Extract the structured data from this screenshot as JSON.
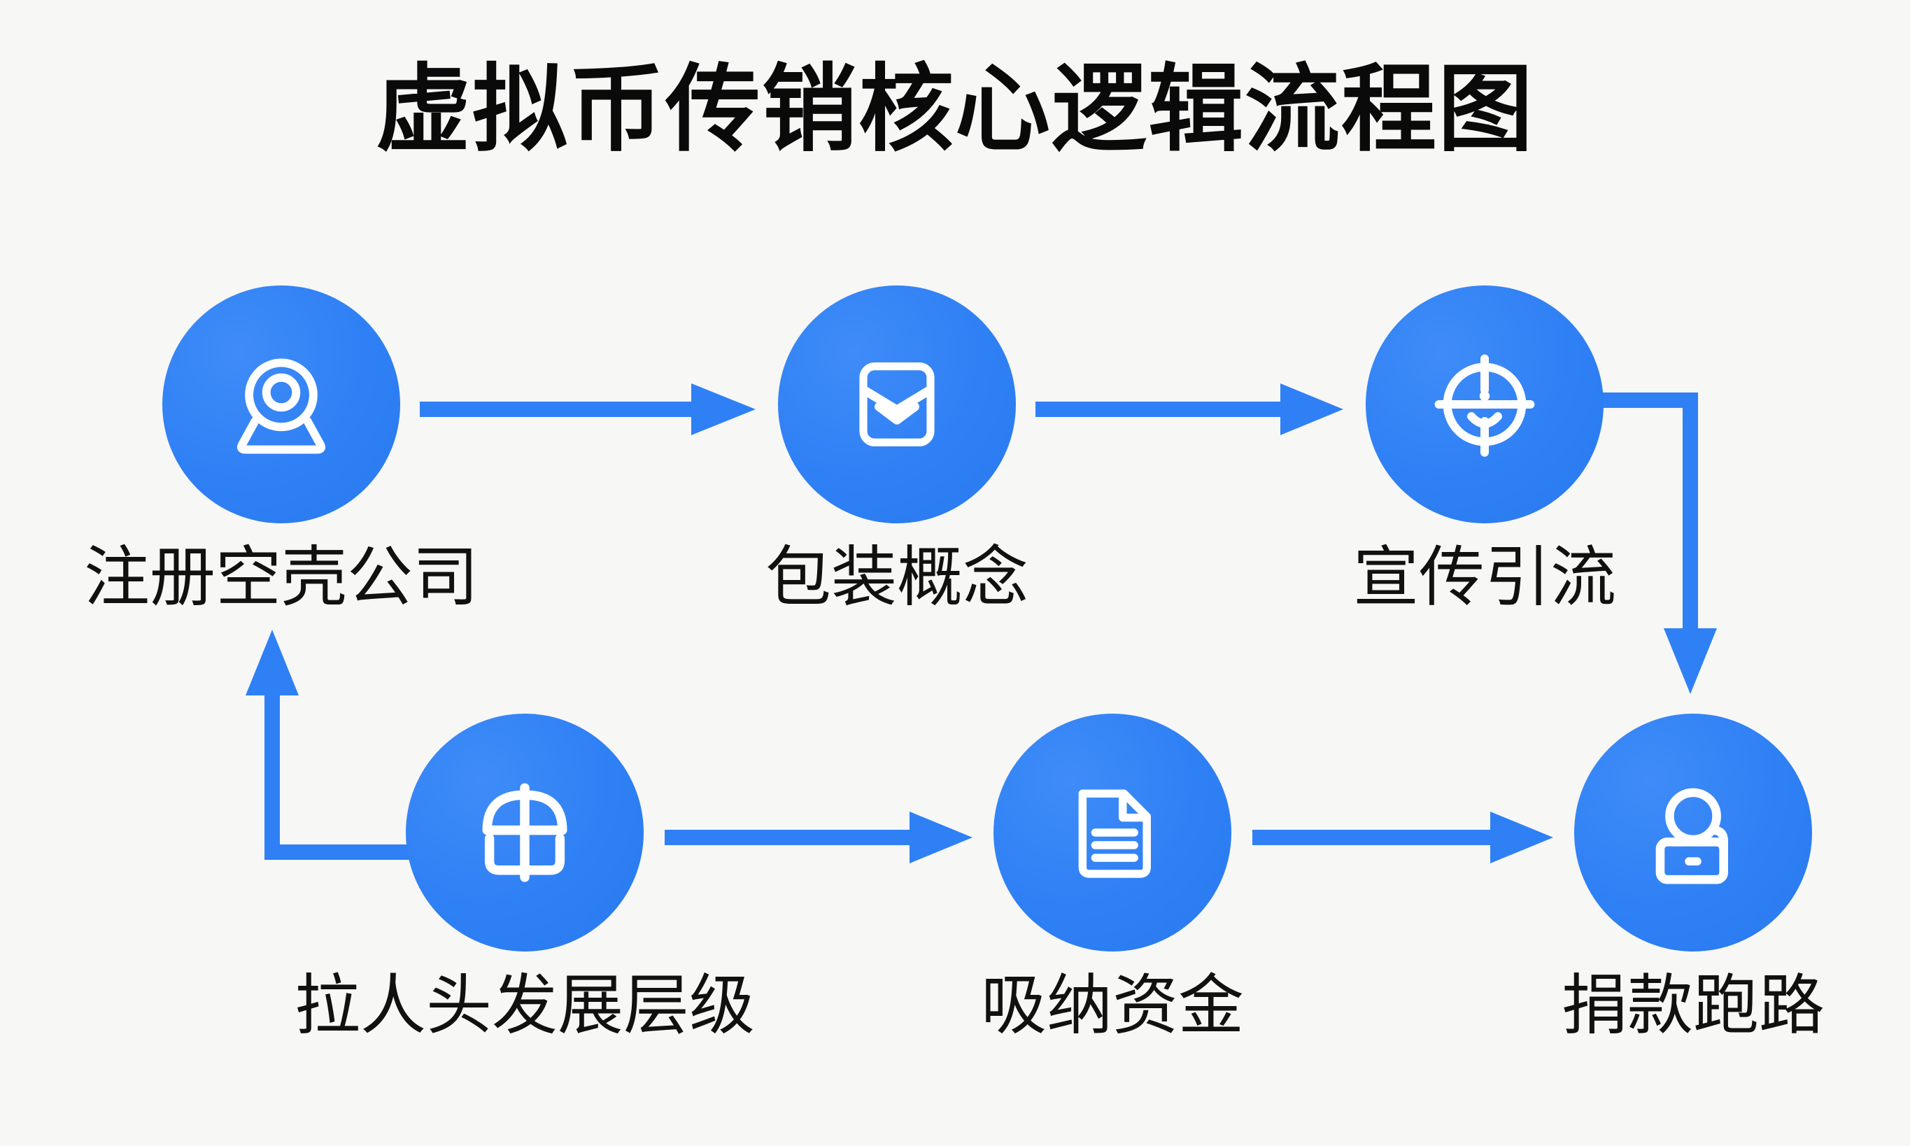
{
  "page": {
    "title": "虚拟币传销核心逻辑流程图",
    "background_color": "#f7f7f5",
    "accent_color": "#2f80f5",
    "text_color": "#111111"
  },
  "chart_data": {
    "type": "diagram",
    "title": "虚拟币传销核心逻辑流程图",
    "layout": "two-row cyclic flowchart",
    "nodes": [
      {
        "id": "n1",
        "label": "注册空壳公司",
        "icon": "user-circle-icon",
        "row": 1,
        "order": 1
      },
      {
        "id": "n2",
        "label": "包装概念",
        "icon": "package-box-icon",
        "row": 1,
        "order": 2
      },
      {
        "id": "n3",
        "label": "宣传引流",
        "icon": "target-crosshair-icon",
        "row": 1,
        "order": 3
      },
      {
        "id": "n4",
        "label": "拉人头发展层级",
        "icon": "pyramid-network-icon",
        "row": 2,
        "order": 1
      },
      {
        "id": "n5",
        "label": "吸纳资金",
        "icon": "document-lines-icon",
        "row": 2,
        "order": 2
      },
      {
        "id": "n6",
        "label": "捐款跑路",
        "icon": "person-briefcase-icon",
        "row": 2,
        "order": 3
      }
    ],
    "edges": [
      {
        "from": "n1",
        "to": "n2",
        "shape": "straight-right",
        "direction": "right"
      },
      {
        "from": "n2",
        "to": "n3",
        "shape": "straight-right",
        "direction": "right"
      },
      {
        "from": "n3",
        "to": "n6",
        "shape": "elbow-right-down",
        "direction": "down"
      },
      {
        "from": "n4",
        "to": "n5",
        "shape": "straight-right",
        "direction": "right"
      },
      {
        "from": "n5",
        "to": "n6",
        "shape": "straight-right",
        "direction": "right"
      },
      {
        "from": "n4",
        "to": "n1",
        "shape": "elbow-left-up",
        "direction": "up"
      }
    ]
  },
  "nodes": {
    "n1": {
      "label": "注册空壳公司"
    },
    "n2": {
      "label": "包装概念"
    },
    "n3": {
      "label": "宣传引流"
    },
    "n4": {
      "label": "拉人头发展层级"
    },
    "n5": {
      "label": "吸纳资金"
    },
    "n6": {
      "label": "捐款跑路"
    }
  }
}
